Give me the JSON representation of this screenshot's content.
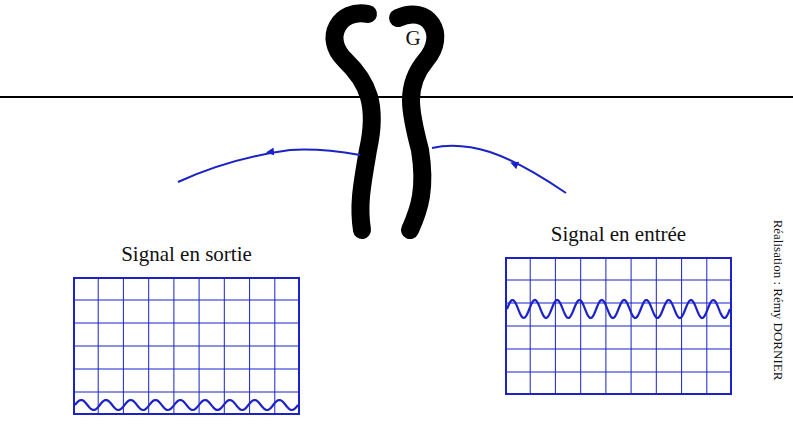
{
  "diagram": {
    "nodes": [
      {
        "text": [
          "Signal en sortie"
        ]
      },
      {
        "text": [
          "Signal en entrée"
        ]
      }
    ],
    "labels": [
      "G",
      "Réalisation : Rémy DORNIER"
    ]
  }
}
